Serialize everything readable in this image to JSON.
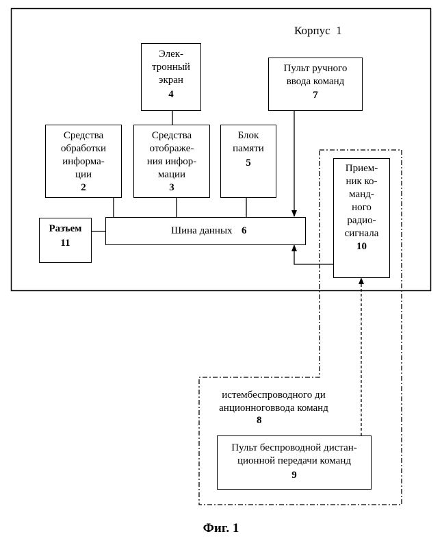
{
  "housing": {
    "label": "Корпус  1"
  },
  "blocks": {
    "screen": {
      "label": "Элек-\nтронный\nэкран",
      "number": "4"
    },
    "manual_pult": {
      "label": "Пульт ручного\nввода команд",
      "number": "7"
    },
    "processing": {
      "label": "Средства\nобработки\nинформа-\nции",
      "number": "2"
    },
    "display": {
      "label": "Средства\nотображе-\nния инфор-\nмации",
      "number": "3"
    },
    "memory": {
      "label": "Блок\nпамяти",
      "number": "5"
    },
    "receiver": {
      "label": "Прием-\nник ко-\nманд-\nного\nрадио-\nсигнала",
      "number": "10"
    },
    "connector": {
      "label": "Разъем",
      "number": "11"
    },
    "bus": {
      "label": "Шина данных",
      "number": "6"
    },
    "wireless_pult": {
      "label": "Пульт беспроводной дистан-\nционной передачи команд",
      "number": "9"
    }
  },
  "system": {
    "label": "истембеспроводного ди\nанционноговвода команд",
    "number": "8"
  },
  "caption": "Фиг. 1"
}
